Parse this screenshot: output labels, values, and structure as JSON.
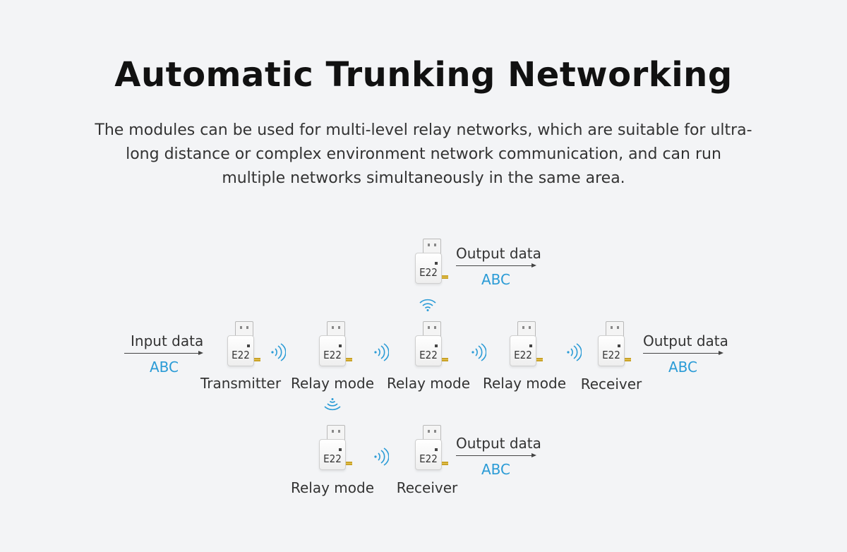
{
  "title": "Automatic Trunking Networking",
  "description": "The modules can be used for multi-level relay networks, which are suitable for ultra-long distance or complex environment network communication, and can run multiple networks simultaneously in the same area.",
  "module_label": "E22",
  "input": {
    "label": "Input data",
    "value": "ABC"
  },
  "main_chain": [
    {
      "caption": "Transmitter"
    },
    {
      "caption": "Relay mode"
    },
    {
      "caption": "Relay mode"
    },
    {
      "caption": "Relay mode"
    },
    {
      "caption": "Receiver"
    }
  ],
  "main_output": {
    "label": "Output data",
    "value": "ABC"
  },
  "top_branch": {
    "label": "Output data",
    "value": "ABC"
  },
  "bottom_branch": [
    {
      "caption": "Relay mode"
    },
    {
      "caption": "Receiver"
    }
  ],
  "bottom_output": {
    "label": "Output data",
    "value": "ABC"
  },
  "colors": {
    "accent": "#2a9bd6",
    "signal": "#2a9bd6",
    "antenna": "#c9a227"
  },
  "icons": [
    "usb-module-icon",
    "radio-wave-icon",
    "wifi-signal-icon",
    "arrow-icon"
  ]
}
